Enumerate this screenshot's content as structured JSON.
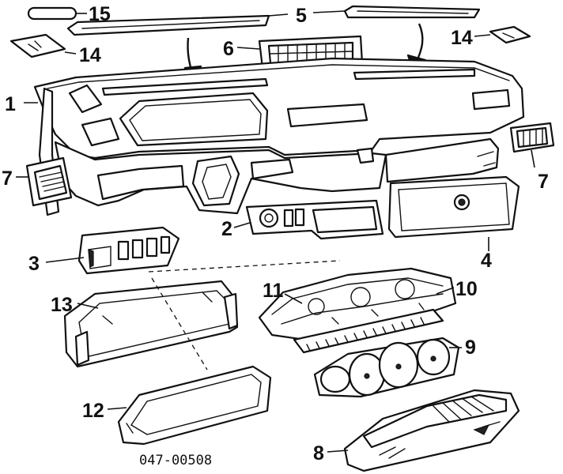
{
  "diagram": {
    "part_number": "047-00508",
    "callouts": [
      {
        "id": "15",
        "label": "15"
      },
      {
        "id": "14a",
        "label": "14"
      },
      {
        "id": "5",
        "label": "5"
      },
      {
        "id": "6",
        "label": "6"
      },
      {
        "id": "14b",
        "label": "14"
      },
      {
        "id": "1",
        "label": "1"
      },
      {
        "id": "7a",
        "label": "7"
      },
      {
        "id": "7b",
        "label": "7"
      },
      {
        "id": "2",
        "label": "2"
      },
      {
        "id": "3",
        "label": "3"
      },
      {
        "id": "4",
        "label": "4"
      },
      {
        "id": "11",
        "label": "11"
      },
      {
        "id": "10",
        "label": "10"
      },
      {
        "id": "13",
        "label": "13"
      },
      {
        "id": "9",
        "label": "9"
      },
      {
        "id": "12",
        "label": "12"
      },
      {
        "id": "8",
        "label": "8"
      }
    ]
  }
}
